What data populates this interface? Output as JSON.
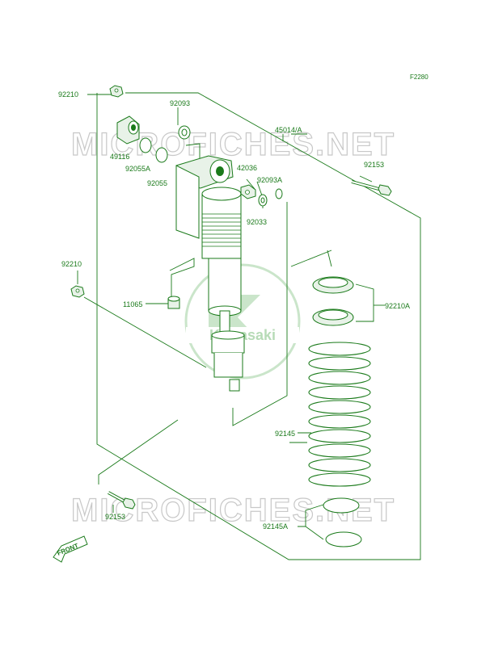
{
  "figure_code": "F2280",
  "watermark": {
    "text_top": "MICROFICHES.NET",
    "text_bottom": "MICROFICHES.NET",
    "brand": "Kawasaki"
  },
  "front_label": "FRONT",
  "parts": [
    {
      "id": "92210",
      "label": "92210"
    },
    {
      "id": "92093",
      "label": "92093"
    },
    {
      "id": "45014A",
      "label": "45014/A"
    },
    {
      "id": "49116",
      "label": "49116"
    },
    {
      "id": "92055A",
      "label": "92055A"
    },
    {
      "id": "92055",
      "label": "92055"
    },
    {
      "id": "42036",
      "label": "42036"
    },
    {
      "id": "92093A",
      "label": "92093A"
    },
    {
      "id": "92033",
      "label": "92033"
    },
    {
      "id": "92153top",
      "label": "92153"
    },
    {
      "id": "92210b",
      "label": "92210"
    },
    {
      "id": "11065",
      "label": "11065"
    },
    {
      "id": "92210A",
      "label": "92210A"
    },
    {
      "id": "92145",
      "label": "92145"
    },
    {
      "id": "92153bot",
      "label": "92153"
    },
    {
      "id": "92145A",
      "label": "92145A"
    }
  ],
  "colors": {
    "line": "#1a7a1a",
    "watermark": "#c8c8c8",
    "logo": "#9fd09f"
  }
}
